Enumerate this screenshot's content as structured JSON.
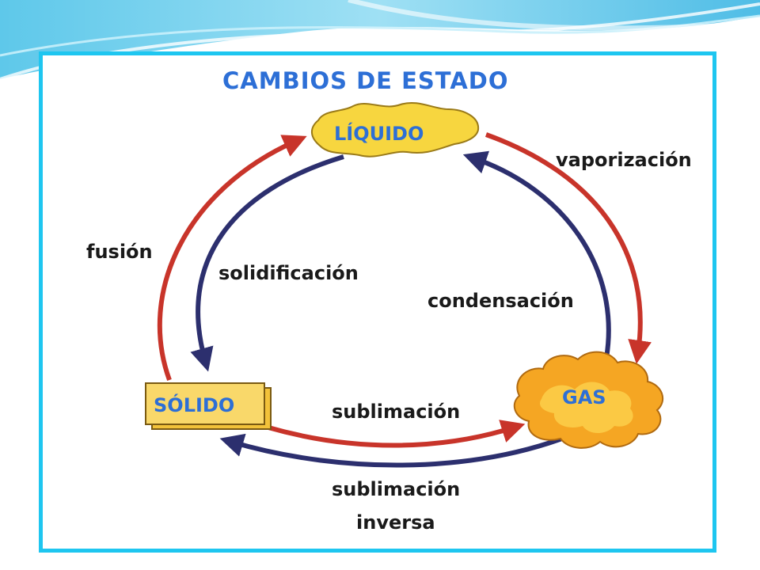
{
  "title": "CAMBIOS DE ESTADO",
  "states": {
    "liquid": "LÍQUIDO",
    "solid": "SÓLIDO",
    "gas": "GAS"
  },
  "processes": {
    "fusion": "fusión",
    "solidification": "solidificación",
    "vaporization": "vaporización",
    "condensation": "condensación",
    "sublimation": "sublimación",
    "inverse_sublimation_line1": "sublimación",
    "inverse_sublimation_line2": "inversa"
  },
  "colors": {
    "frame": "#1ec6f0",
    "title": "#2d6fd6",
    "state_text": "#2d6fd6",
    "red_arrow": "#c8342a",
    "blue_arrow": "#2c2f6e",
    "liquid_fill": "#f7d63f",
    "solid_fill": "#f2c23a",
    "gas_fill": "#f5a623",
    "label_text": "#1a1a1a"
  }
}
